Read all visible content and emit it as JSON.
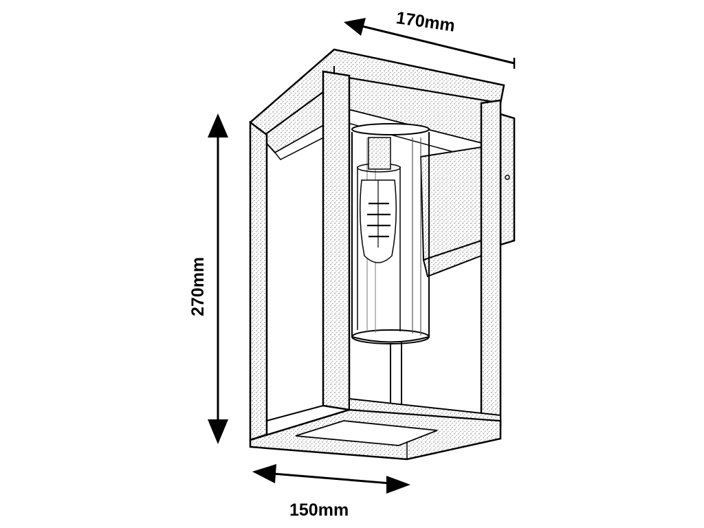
{
  "dimensions": {
    "width_top": "170mm",
    "height": "270mm",
    "width_bottom": "150mm"
  },
  "colors": {
    "line": "#000000",
    "background": "#ffffff",
    "stipple": "#555555"
  },
  "object": "wall-lantern"
}
